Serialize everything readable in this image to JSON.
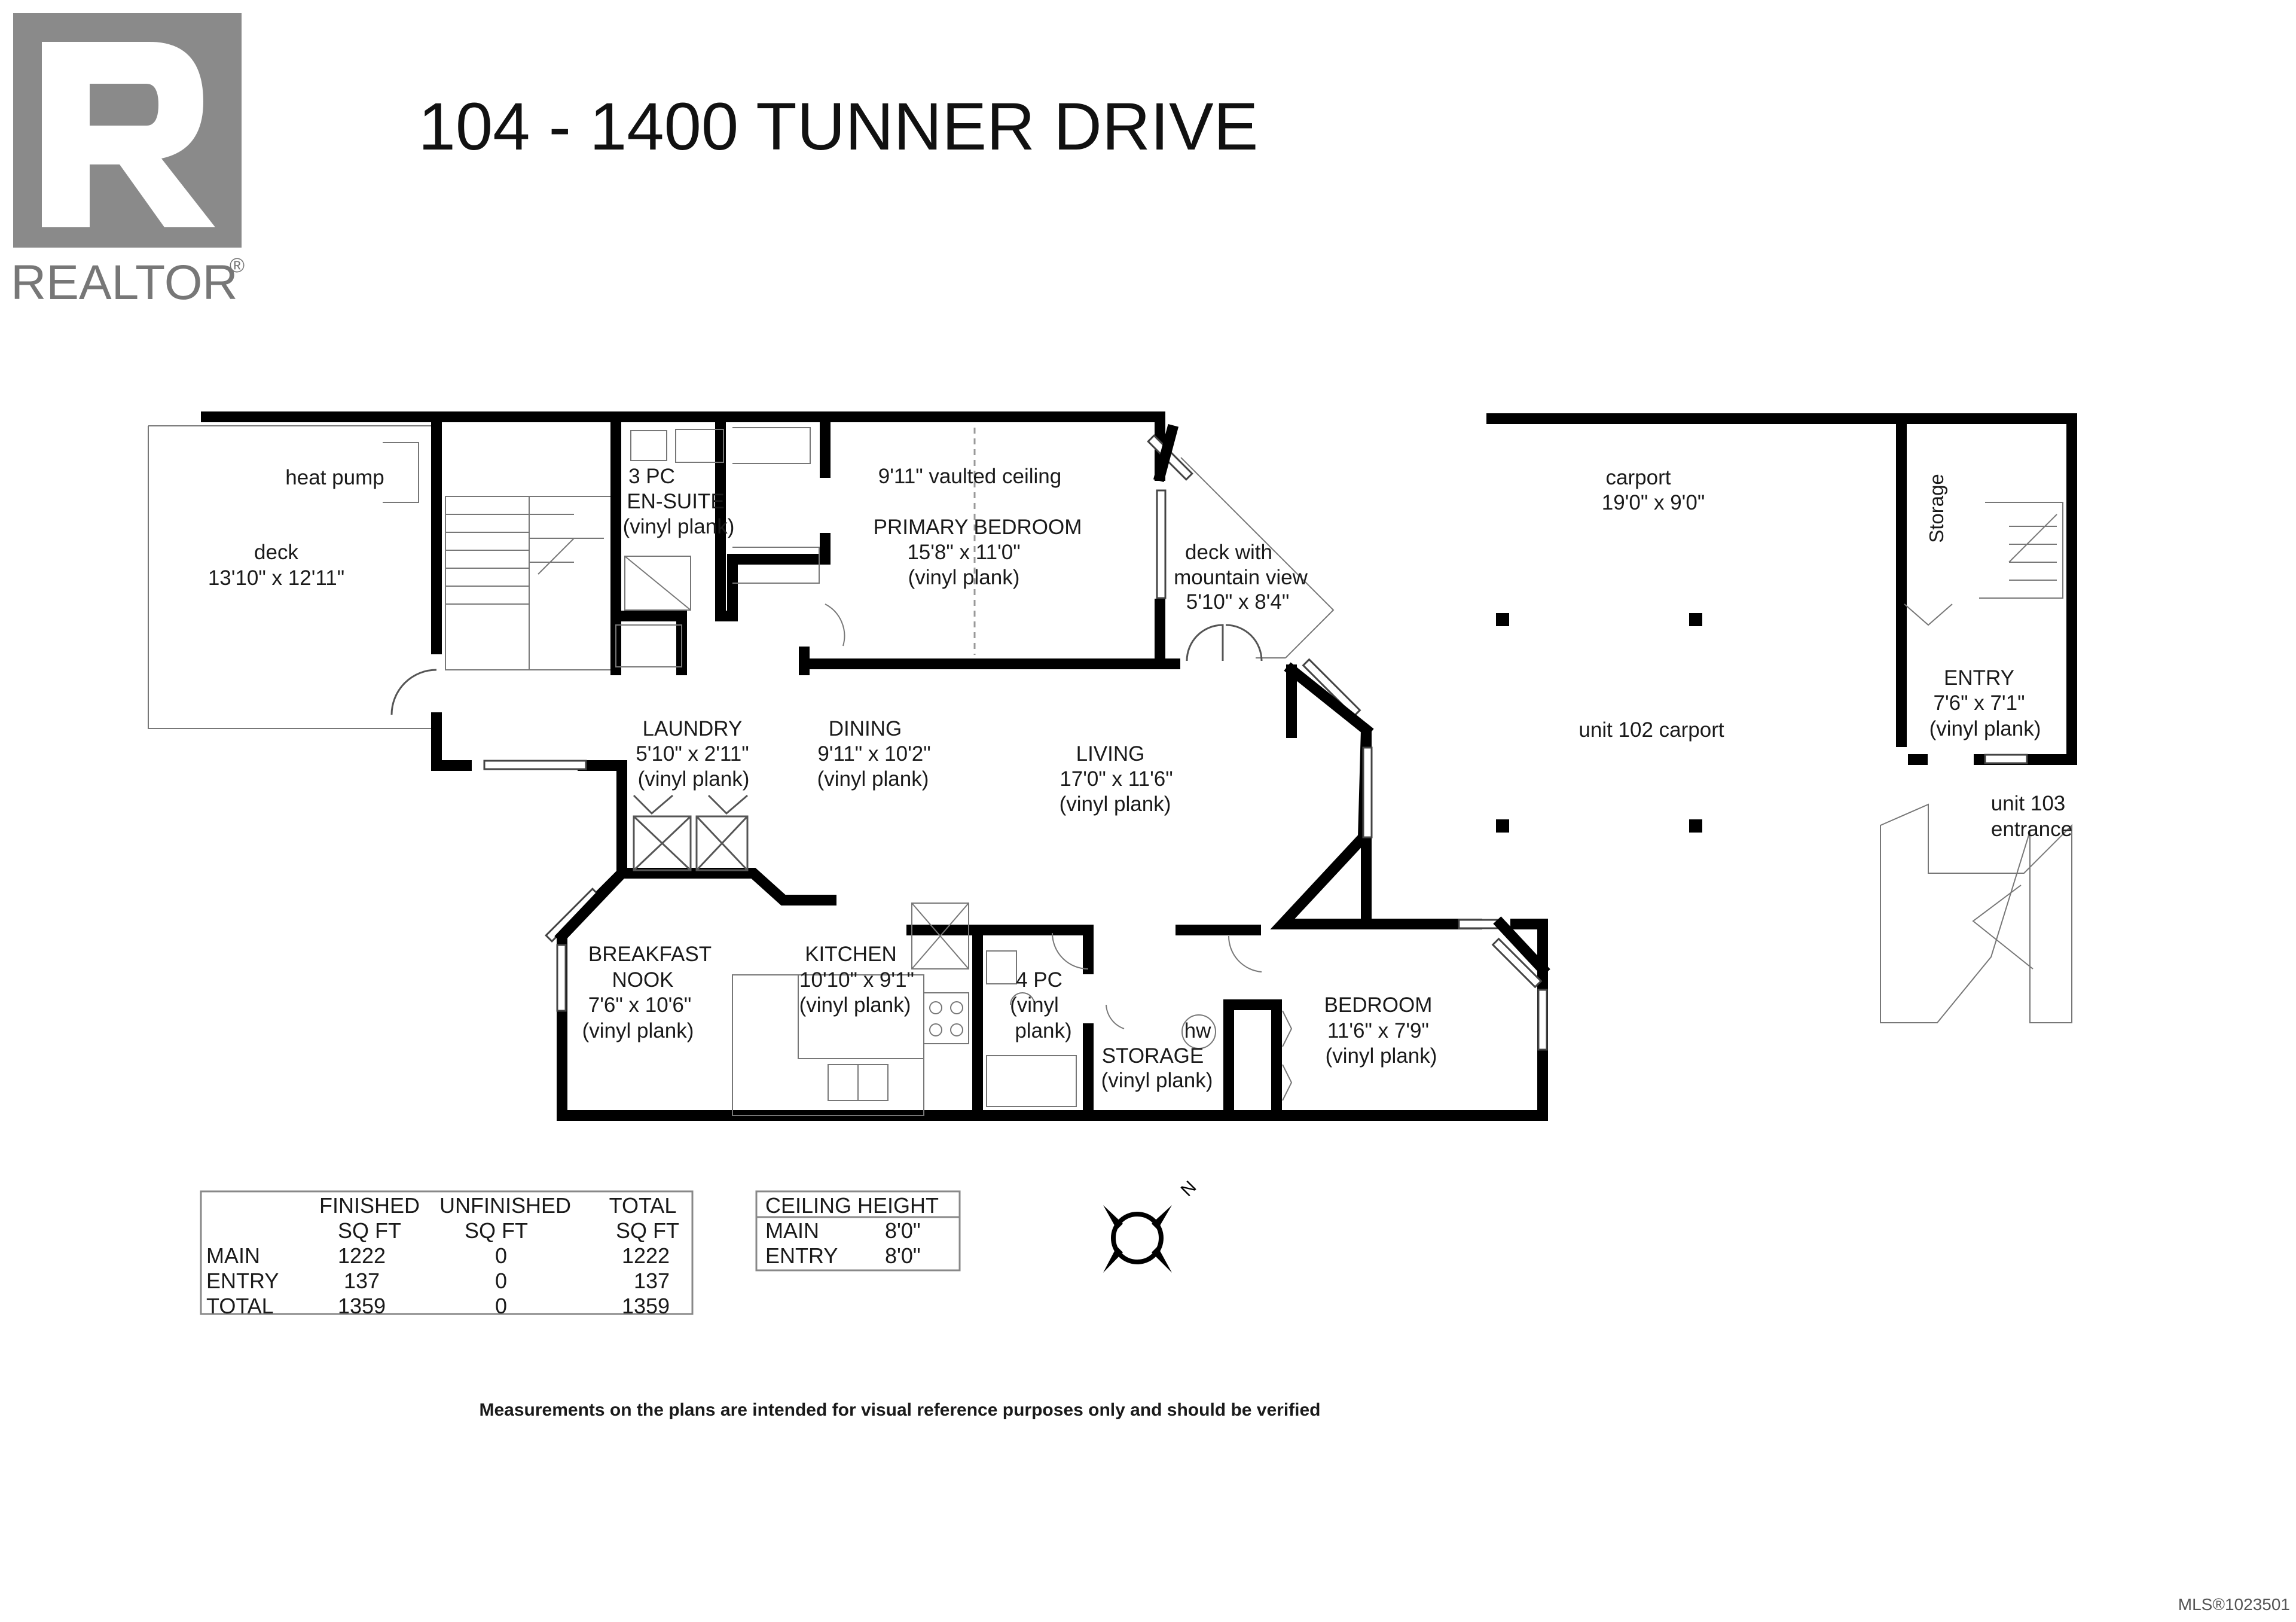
{
  "logo": {
    "text": "REALTOR",
    "reg": "®"
  },
  "title": "104 - 1400 TUNNER DRIVE",
  "rooms": {
    "heat_pump": "heat pump",
    "deck": {
      "name": "deck",
      "dims": "13'10\" x 12'11\""
    },
    "ensuite": {
      "l1": "3 PC",
      "l2": "EN-SUITE",
      "l3": "(vinyl plank)"
    },
    "vaulted": "9'11\" vaulted ceiling",
    "primary": {
      "name": "PRIMARY BEDROOM",
      "dims": "15'8\" x 11'0\"",
      "floor": "(vinyl plank)"
    },
    "deck2": {
      "l1": "deck with",
      "l2": "mountain view",
      "dims": "5'10\" x 8'4\""
    },
    "carport": {
      "name": "carport",
      "dims": "19'0\" x 9'0\""
    },
    "unit102": "unit 102 carport",
    "storage_entry": "Storage",
    "entry": {
      "name": "ENTRY",
      "dims": "7'6\" x 7'1\"",
      "floor": "(vinyl plank)"
    },
    "unit103": {
      "l1": "unit 103",
      "l2": "entrance"
    },
    "laundry": {
      "name": "LAUNDRY",
      "dims": "5'10\" x 2'11\"",
      "floor": "(vinyl plank)"
    },
    "dining": {
      "name": "DINING",
      "dims": "9'11\" x 10'2\"",
      "floor": "(vinyl plank)"
    },
    "living": {
      "name": "LIVING",
      "dims": "17'0\" x 11'6\"",
      "floor": "(vinyl plank)"
    },
    "nook": {
      "l1": "BREAKFAST",
      "l2": "NOOK",
      "dims": "7'6\" x 10'6\"",
      "floor": "(vinyl plank)"
    },
    "kitchen": {
      "name": "KITCHEN",
      "dims": "10'10\" x 9'1\"",
      "floor": "(vinyl plank)"
    },
    "bath4": {
      "l1": "4 PC",
      "l2": "(vinyl",
      "l3": "plank)"
    },
    "hw": "hw",
    "storage": {
      "name": "STORAGE",
      "floor": "(vinyl plank)"
    },
    "bedroom": {
      "name": "BEDROOM",
      "dims": "11'6\" x 7'9\"",
      "floor": "(vinyl plank)"
    }
  },
  "sqft_table": {
    "headers": [
      [
        "",
        ""
      ],
      [
        "FINISHED",
        "SQ FT"
      ],
      [
        "UNFINISHED",
        "SQ FT"
      ],
      [
        "TOTAL",
        "SQ FT"
      ]
    ],
    "rows": [
      [
        "MAIN",
        "1222",
        "0",
        "1222"
      ],
      [
        "ENTRY",
        "137",
        "0",
        "137"
      ],
      [
        "TOTAL",
        "1359",
        "0",
        "1359"
      ]
    ]
  },
  "ceiling_table": {
    "header": "CEILING HEIGHT",
    "rows": [
      [
        "MAIN",
        "8'0\""
      ],
      [
        "ENTRY",
        "8'0\""
      ]
    ]
  },
  "compass": {
    "north": "N"
  },
  "disclaimer": "Measurements on the plans are intended for visual reference purposes only and should be verified",
  "mls": "MLS®1023501"
}
